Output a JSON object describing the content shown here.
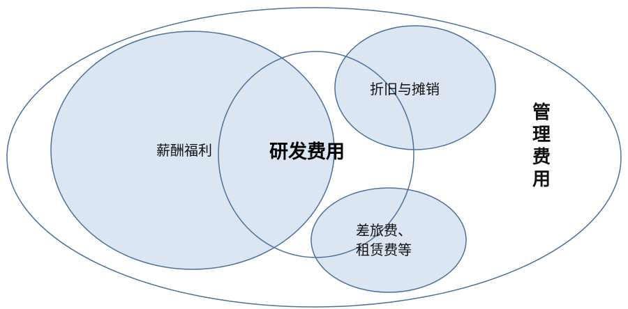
{
  "colors": {
    "fill": "#dce6f2",
    "stroke": "#4a709c"
  },
  "labels": {
    "outer": "管理费用",
    "salary": "薪酬福利",
    "rnd": "研发费用",
    "depreciation": "折旧与摊销",
    "travel_line1": "差旅费、",
    "travel_line2": "租赁费等"
  }
}
